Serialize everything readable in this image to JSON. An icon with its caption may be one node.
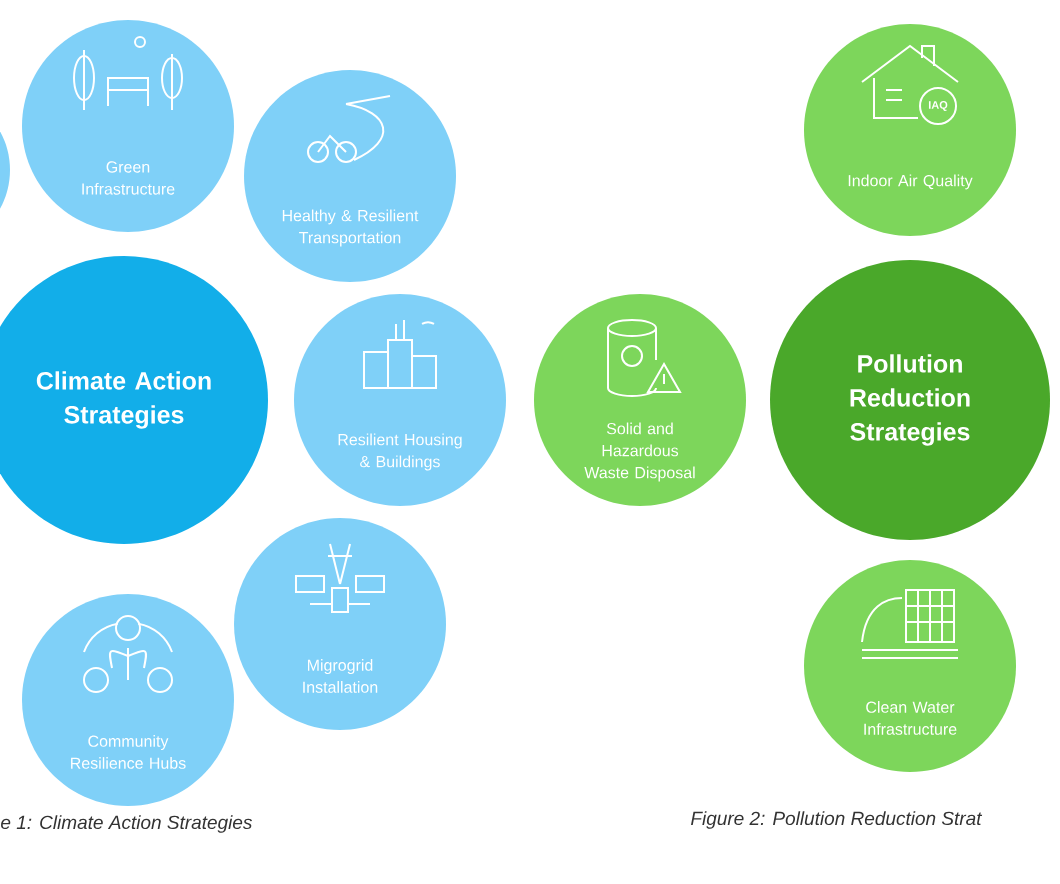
{
  "diagram": {
    "nodes": [
      {
        "text": [],
        "shape": "circle"
      },
      {
        "text": [
          "Green Infrastructure"
        ]
      },
      {
        "text": [
          "Healthy & Resilient Transportation"
        ]
      },
      {
        "text": [
          "Climate Action Strategies"
        ]
      },
      {
        "text": [
          "Resilient Housing & Buildings"
        ]
      },
      {
        "text": [
          "Community Resilience Hubs"
        ]
      },
      {
        "text": [
          "Migrogrid Installation"
        ]
      },
      {
        "text": [
          "Indoor Air Quality"
        ]
      },
      {
        "text": [
          "Solid and Hazardous Waste Disposal"
        ]
      },
      {
        "text": [
          "Pollution Reduction Strategies"
        ]
      },
      {
        "text": [
          "Clean Water Infrastructure"
        ]
      }
    ],
    "labels": [
      "IAQ",
      "e 1: Climate Action Strategies",
      "Figure 2: Pollution Reduction Strat"
    ]
  }
}
